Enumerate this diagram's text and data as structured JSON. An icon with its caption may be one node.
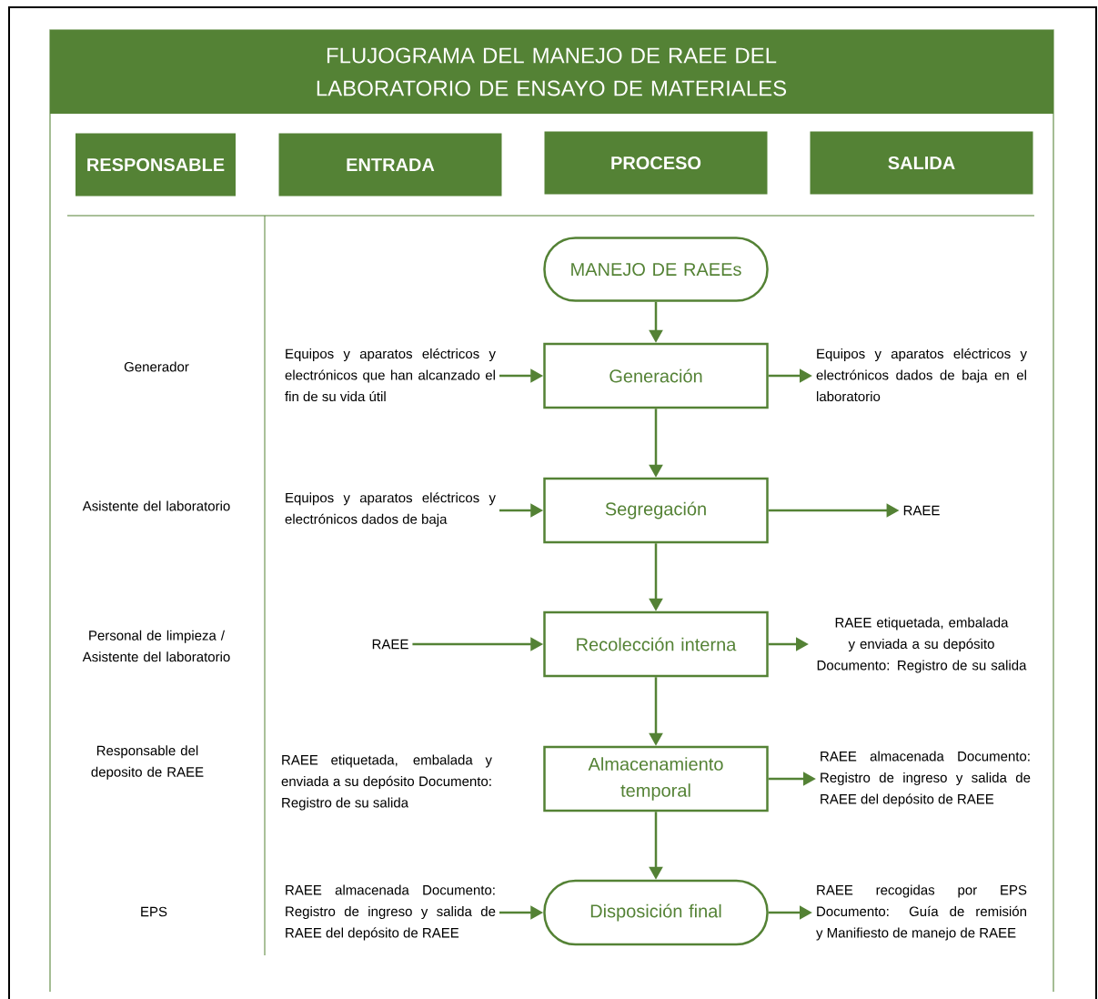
{
  "diagram": {
    "title": "FLUJOGRAMA DEL MANEJO DE RAEE DEL LABORATORIO DE ENSAYO DE MATERIALES",
    "nodes": [
      {
        "text": [
          "RESPONSABLE"
        ]
      },
      {
        "text": [
          "ENTRADA"
        ]
      },
      {
        "text": [
          "PROCESO"
        ]
      },
      {
        "text": [
          "SALIDA"
        ]
      },
      {
        "text": [
          "MANEJO DE RAEEs"
        ]
      },
      {
        "text": [
          "Equipos y aparatos eléctricos y electrónicos que han alcanzado el fin de su vida útil"
        ]
      },
      {
        "text": [
          "Generación"
        ]
      },
      {
        "text": [
          "Equipos y aparatos eléctricos y electrónicos dados de baja en el laboratorio"
        ]
      },
      {
        "text": [
          "Equipos y aparatos eléctricos y electrónicos dados de baja"
        ]
      },
      {
        "text": [
          "Segregación"
        ]
      },
      {
        "text": [
          "RAEE"
        ]
      },
      {
        "text": [
          "RAEE"
        ]
      },
      {
        "text": [
          "Recolección interna"
        ]
      },
      {
        "text": [
          "RAEE etiquetada, embalada y enviada a su depósito Documento: Registro de su salida"
        ]
      },
      {
        "text": [
          "Almacenamiento temporal"
        ]
      },
      {
        "text": [
          "RAEE almacenada Documento: Registro de ingreso y salida de RAEE del depósito de RAEE"
        ]
      },
      {
        "text": [
          "RAEE almacenada Documento: Registro de ingreso y salida de RAEE del depósito de RAEE"
        ]
      },
      {
        "text": [
          "Disposición final"
        ]
      },
      {
        "text": [
          "RAEE recogidas por EPS Documento: Guía de remisión y Manifiesto de manejo de RAEE"
        ]
      }
    ],
    "edges": [
      {
        "from": 4,
        "to": 6,
        "arrow": "to"
      },
      {
        "from": 5,
        "to": 6,
        "arrow": "to"
      },
      {
        "from": 6,
        "to": 7,
        "arrow": "to"
      },
      {
        "from": 6,
        "to": 9,
        "arrow": "to"
      },
      {
        "from": 8,
        "to": 9,
        "arrow": "to"
      },
      {
        "from": 9,
        "to": 10,
        "arrow": "to"
      },
      {
        "from": 9,
        "to": 12,
        "arrow": "to"
      },
      {
        "from": 11,
        "to": 12,
        "arrow": "to"
      },
      {
        "from": 12,
        "to": 13,
        "arrow": "to"
      },
      {
        "from": 12,
        "to": 14,
        "arrow": "to"
      },
      {
        "from": 14,
        "to": 15,
        "arrow": "to"
      },
      {
        "from": 14,
        "to": 17,
        "arrow": "to"
      },
      {
        "from": 16,
        "to": 17,
        "arrow": "to"
      },
      {
        "from": 17,
        "to": 18,
        "arrow": "to"
      }
    ],
    "labels": [
      "Generador",
      "Asistente del laboratorio",
      "Personal de limpieza / Asistente del laboratorio",
      "Responsable del deposito de RAEE",
      "RAEE etiquetada, embalada y enviada a su depósito Documento: Registro de su salida",
      "EPS"
    ]
  }
}
